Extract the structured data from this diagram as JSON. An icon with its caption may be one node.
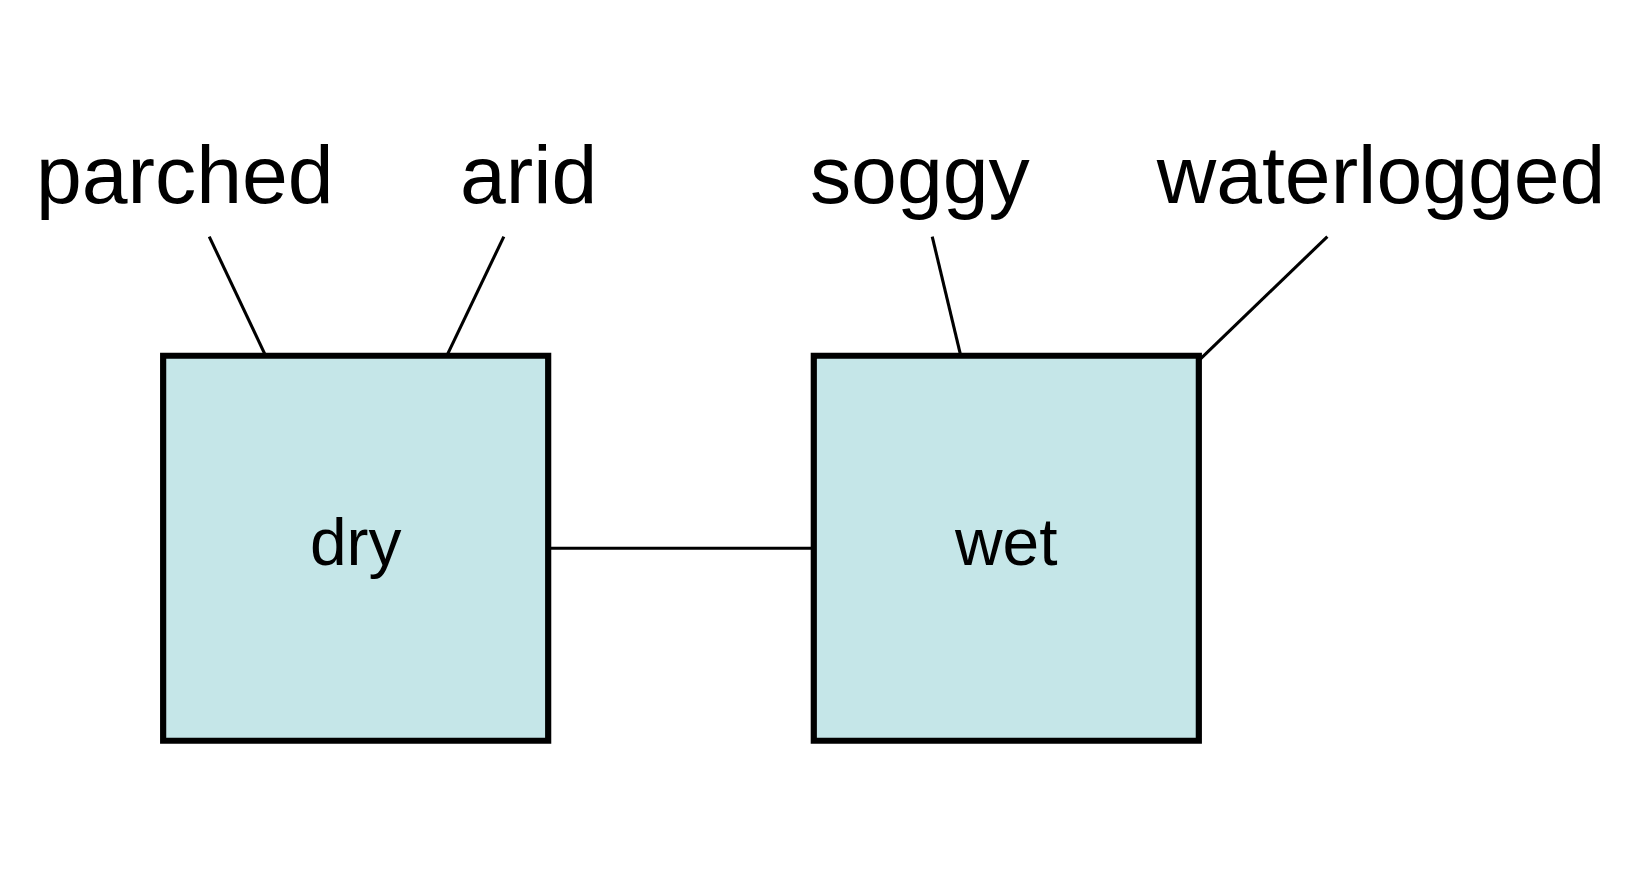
{
  "diagram": {
    "nodes": [
      {
        "text": [
          "parched"
        ]
      },
      {
        "text": [
          "arid"
        ]
      },
      {
        "text": [
          "soggy"
        ]
      },
      {
        "text": [
          "waterlogged"
        ]
      },
      {
        "text": [
          "dry"
        ]
      },
      {
        "text": [
          "wet"
        ]
      }
    ],
    "edges": [
      {
        "from": 0,
        "to": 4,
        "arrow": "none"
      },
      {
        "from": 1,
        "to": 4,
        "arrow": "none"
      },
      {
        "from": 2,
        "to": 5,
        "arrow": "none"
      },
      {
        "from": 3,
        "to": 5,
        "arrow": "none"
      },
      {
        "from": 4,
        "to": 5,
        "arrow": "none"
      }
    ]
  }
}
